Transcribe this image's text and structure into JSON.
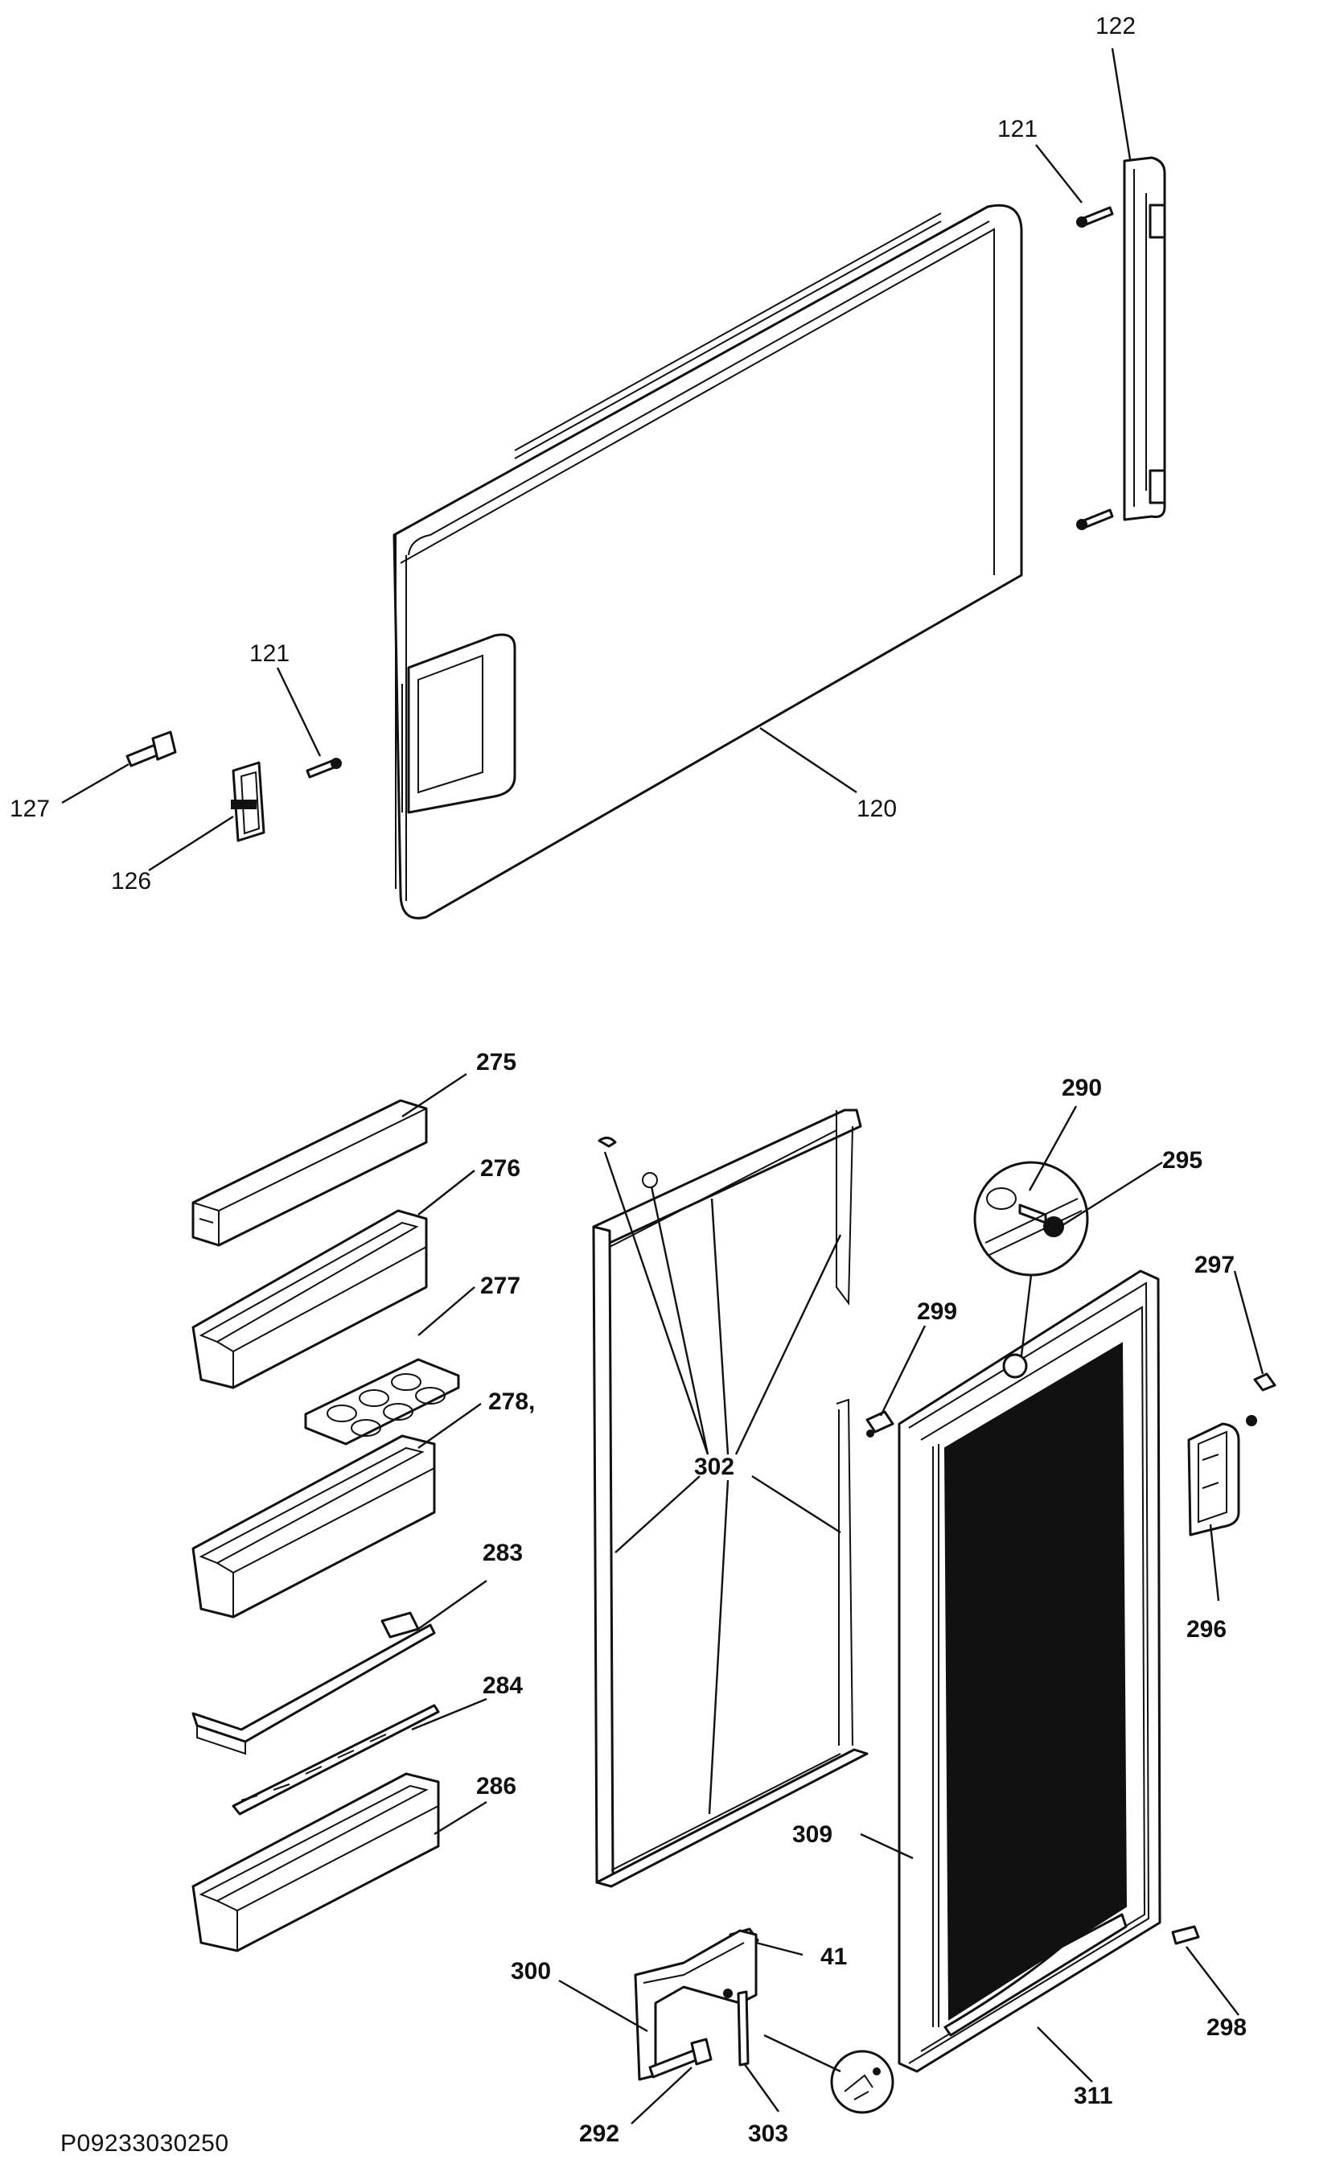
{
  "diagram": {
    "document_code": "P09233030250",
    "labels": {
      "p122": "122",
      "p121a": "121",
      "p121b": "121",
      "p127": "127",
      "p126": "126",
      "p120": "120",
      "p275": "275",
      "p276": "276",
      "p277": "277",
      "p278": "278,",
      "p283": "283",
      "p284": "284",
      "p286": "286",
      "p302": "302",
      "p290": "290",
      "p295": "295",
      "p297": "297",
      "p299": "299",
      "p296": "296",
      "p309": "309",
      "p41": "41",
      "p300": "300",
      "p292": "292",
      "p303": "303",
      "p311": "311",
      "p298": "298"
    }
  }
}
